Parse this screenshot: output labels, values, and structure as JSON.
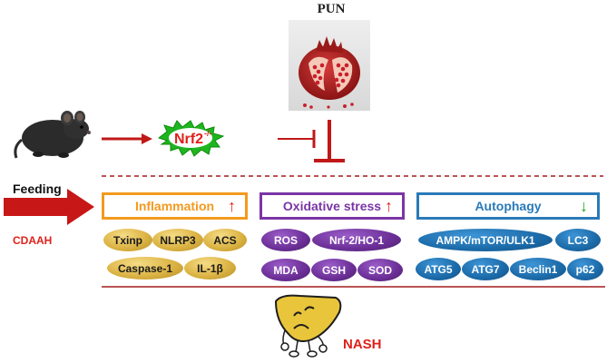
{
  "title": "PUN",
  "mouse_svg": "mouse",
  "nrf2_label": "Nrf2",
  "nrf2_superscript": "-/-",
  "feeding_label": "Feeding",
  "diet_label": "CDAAH",
  "categories": {
    "inflammation": {
      "label": "Inflammation",
      "trend": "↑",
      "color": "#f39a1f"
    },
    "oxidative": {
      "label": "Oxidative stress",
      "trend": "↑",
      "color": "#7a35a6"
    },
    "autophagy": {
      "label": "Autophagy",
      "trend": "↓",
      "color": "#2a7ab8"
    }
  },
  "inflammation_markers": [
    "Txinp",
    "NLRP3",
    "ACS",
    "Caspase-1",
    "IL-1β"
  ],
  "oxidative_markers": [
    "ROS",
    "Nrf-2/HO-1",
    "MDA",
    "GSH",
    "SOD"
  ],
  "autophagy_markers": [
    "AMPK/mTOR/ULK1",
    "LC3",
    "ATG5",
    "ATG7",
    "Beclin1",
    "p62"
  ],
  "outcome_label": "NASH"
}
